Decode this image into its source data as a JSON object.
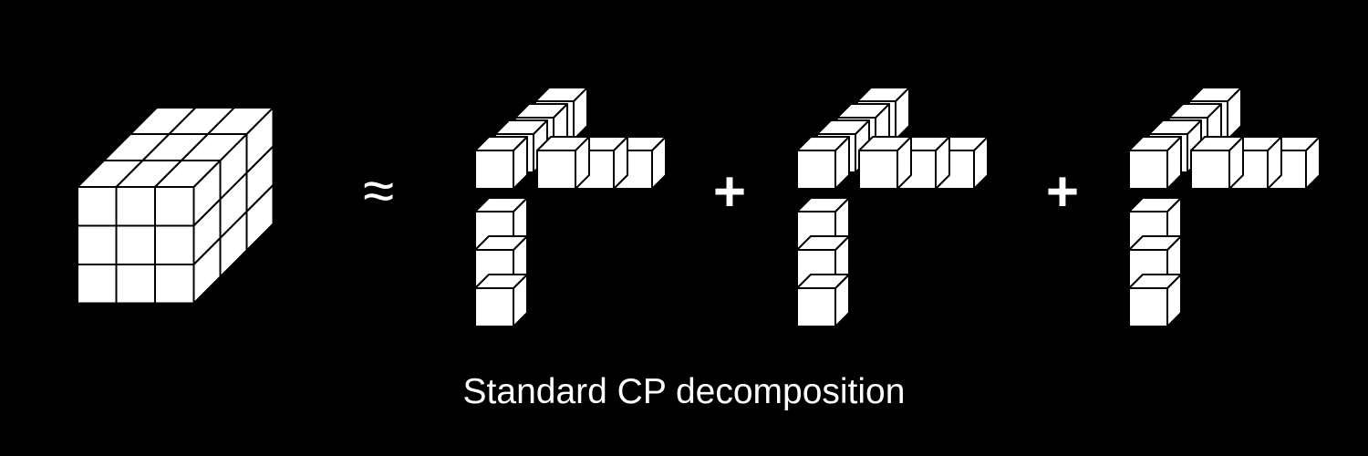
{
  "caption": "Standard CP decomposition",
  "operators": {
    "approx": "≈",
    "plus_1": "+",
    "plus_2": "+"
  },
  "colors": {
    "background": "#000000",
    "cube_face": "#ffffff",
    "cube_edge": "#000000"
  },
  "tensor": {
    "dims": [
      3,
      3,
      3
    ]
  },
  "rank_one_terms": [
    {
      "vectors": [
        3,
        3,
        4
      ]
    },
    {
      "vectors": [
        3,
        3,
        4
      ]
    },
    {
      "vectors": [
        3,
        3,
        4
      ]
    }
  ]
}
